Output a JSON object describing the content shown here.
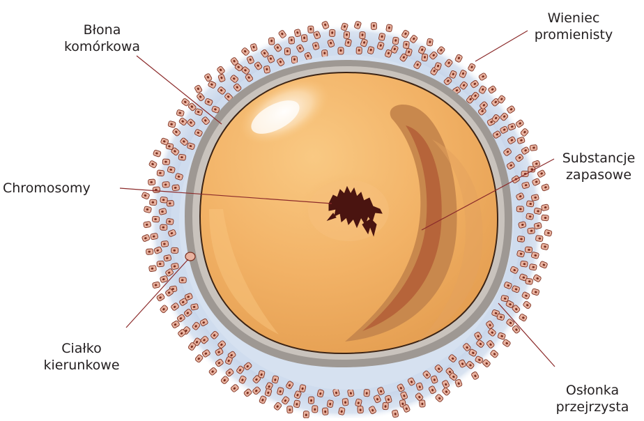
{
  "diagram": {
    "labels": {
      "cell_membrane": [
        "Błona",
        "komórkowa"
      ],
      "corona_radiata": [
        "Wieniec",
        "promienisty"
      ],
      "chromosomes": [
        "Chromosomy"
      ],
      "yolk": [
        "Substancje",
        "zapasowe"
      ],
      "polar_body": [
        "Ciałko",
        "kierunkowe"
      ],
      "zona_pellucida": [
        "Osłonka",
        "przejrzysta"
      ]
    },
    "colors": {
      "cytoplasm": "#f3b56a",
      "yolk_outer": "#c98a4e",
      "yolk_inner": "#b8643a",
      "membrane": "#a6a09a",
      "zona": "#c9d6ea",
      "cell_fill": "#e9b3a0",
      "cell_nucleus": "#7a2e1e",
      "chromosome": "#4a1410",
      "leader": "#8b2a2a"
    }
  }
}
